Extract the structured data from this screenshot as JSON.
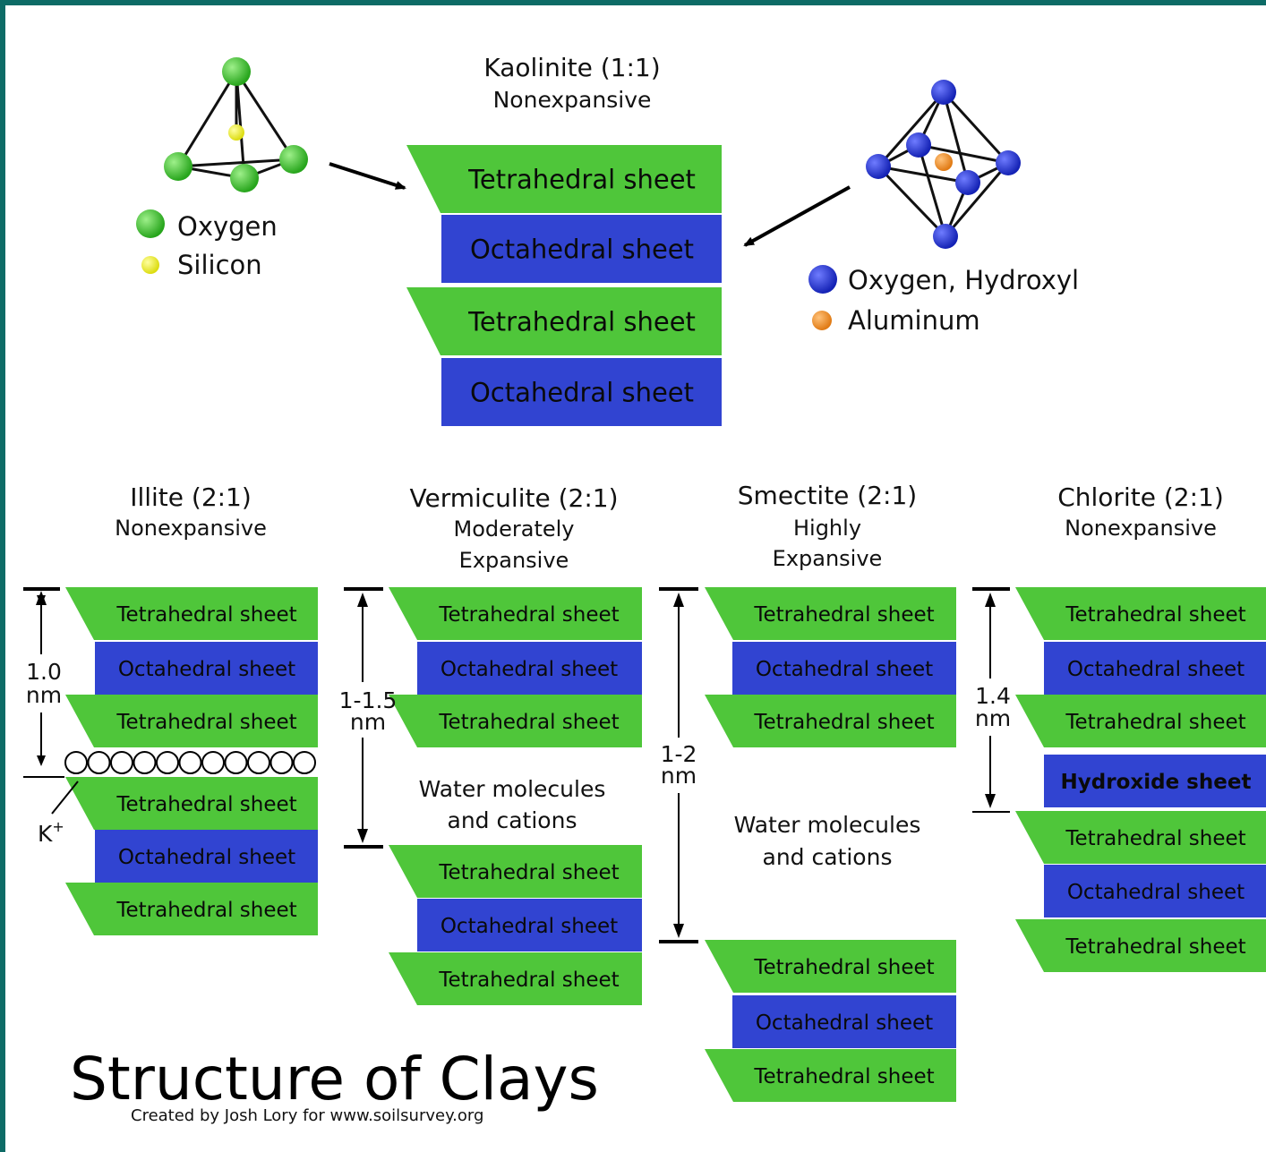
{
  "title": "Structure of Clays",
  "credit": "Created by Josh Lory for www.soilsurvey.org",
  "colors": {
    "tetrahedral": "#4fc63a",
    "octahedral": "#3144d1",
    "hydroxide": "#3144d1",
    "oxygen_green": "#3cba2e",
    "silicon": "#e8e81a",
    "oxygen_hydroxyl": "#1f2bc8",
    "aluminum": "#e8871e",
    "frame": "#0d6b66"
  },
  "tetrahedron_legend": {
    "items": [
      {
        "label": "Oxygen",
        "icon": "green-sphere-icon"
      },
      {
        "label": "Silicon",
        "icon": "yellow-sphere-icon"
      }
    ]
  },
  "octahedron_legend": {
    "items": [
      {
        "label": "Oxygen, Hydroxyl",
        "icon": "blue-sphere-icon"
      },
      {
        "label": "Aluminum",
        "icon": "orange-sphere-icon"
      }
    ]
  },
  "kaolinite": {
    "name": "Kaolinite (1:1)",
    "type": "Nonexpansive",
    "sheets": [
      "Tetrahedral sheet",
      "Octahedral sheet",
      "Tetrahedral sheet",
      "Octahedral sheet"
    ]
  },
  "illite": {
    "name": "Illite (2:1)",
    "type": "Nonexpansive",
    "spacing": [
      "1.0",
      "nm"
    ],
    "cation": "K",
    "cation_charge": "+",
    "sheets": [
      "Tetrahedral sheet",
      "Octahedral sheet",
      "Tetrahedral sheet",
      "Tetrahedral sheet",
      "Octahedral sheet",
      "Tetrahedral sheet"
    ]
  },
  "vermiculite": {
    "name": "Vermiculite (2:1)",
    "type_lines": [
      "Moderately",
      "Expansive"
    ],
    "spacing": [
      "1-1.5",
      "nm"
    ],
    "interlayer": [
      "Water molecules",
      "and cations"
    ],
    "sheets": [
      "Tetrahedral sheet",
      "Octahedral sheet",
      "Tetrahedral sheet",
      "Tetrahedral sheet",
      "Octahedral sheet",
      "Tetrahedral sheet"
    ]
  },
  "smectite": {
    "name": "Smectite (2:1)",
    "type_lines": [
      "Highly",
      "Expansive"
    ],
    "spacing": [
      "1-2",
      "nm"
    ],
    "interlayer": [
      "Water molecules",
      "and cations"
    ],
    "sheets": [
      "Tetrahedral sheet",
      "Octahedral sheet",
      "Tetrahedral sheet",
      "Tetrahedral sheet",
      "Octahedral sheet",
      "Tetrahedral sheet"
    ]
  },
  "chlorite": {
    "name": "Chlorite (2:1)",
    "type": "Nonexpansive",
    "spacing": [
      "1.4",
      "nm"
    ],
    "sheets": [
      "Tetrahedral sheet",
      "Octahedral sheet",
      "Tetrahedral sheet",
      "Hydroxide sheet",
      "Tetrahedral sheet",
      "Octahedral sheet",
      "Tetrahedral sheet"
    ]
  }
}
